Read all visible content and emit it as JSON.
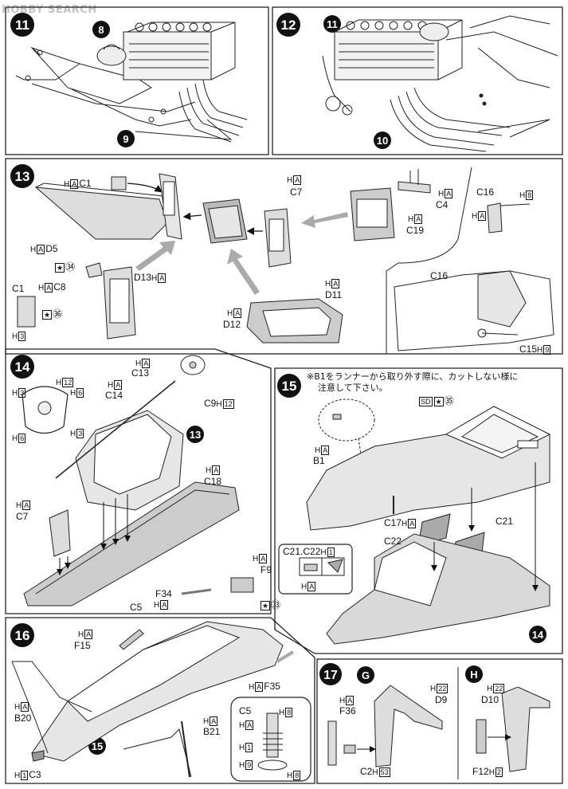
{
  "watermark": "HOBBY SEARCH",
  "steps": {
    "s11": "11",
    "s12": "12",
    "s13": "13",
    "s14": "14",
    "s15": "15",
    "s16": "16",
    "s17": "17"
  },
  "callouts": {
    "c8": "8",
    "c9": "9",
    "c10": "10",
    "c11": "11",
    "c13a": "13",
    "c14": "14",
    "c15": "15",
    "G": "G",
    "H": "H"
  },
  "labels": {
    "s13_c1": "C1",
    "s13_d5": "D5",
    "s13_c7": "C7",
    "s13_c4": "C4",
    "s13_c19": "C19",
    "s13_c16a": "C16",
    "s13_c16b": "C16",
    "s13_c8": "C8",
    "s13_d13": "D13",
    "s13_c1b": "C1",
    "s13_d11": "D11",
    "s13_d12": "D12",
    "s13_c15": "C15",
    "s13_34": "㉞",
    "s13_36": "㊱",
    "s14_c13": "C13",
    "s14_c14": "C14",
    "s14_c9": "C9",
    "s14_c18": "C18",
    "s14_c7": "C7",
    "s15_b1": "B1",
    "s15_c17": "C17",
    "s15_c21": "C21",
    "s15_c22": "C22",
    "s15_c21c22": "C21.C22",
    "s15_35": "㉟",
    "s16_f9": "F9",
    "s16_f34": "F34",
    "s16_c5": "C5",
    "s16_f15": "F15",
    "s16_f35": "F35",
    "s16_b20": "B20",
    "s16_b21": "B21",
    "s16_c3": "C3",
    "s16_c5b": "C5",
    "s16_33": "㉝",
    "s17_f36": "F36",
    "s17_d9": "D9",
    "s17_c2": "C2",
    "s17_d10": "D10",
    "s17_f12": "F12"
  },
  "boxes": {
    "A": "A",
    "n1": "1",
    "n2": "2",
    "n3": "3",
    "n6": "6",
    "n8": "8",
    "n9": "9",
    "n12": "12",
    "n22": "22",
    "n53": "53"
  },
  "hletter": "H",
  "note15": {
    "line1": "※B1をランナーから取り外す際に、カットしない様に",
    "line2": "注意して下さい。"
  }
}
